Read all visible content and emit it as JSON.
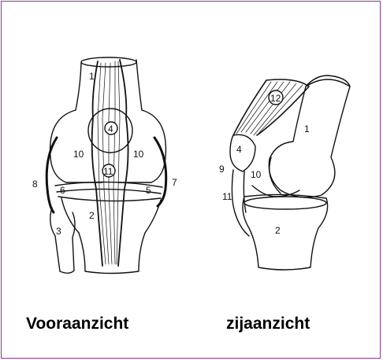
{
  "front_view": {
    "caption": "Vooraanzicht",
    "labels": [
      "1",
      "2",
      "3",
      "4",
      "5",
      "6",
      "7",
      "8",
      "10",
      "10",
      "11"
    ]
  },
  "side_view": {
    "caption": "zijaanzicht",
    "labels": [
      "1",
      "2",
      "4",
      "9",
      "10",
      "11",
      "12"
    ]
  },
  "colors": {
    "border": "#8b3a8b",
    "ink": "#111111"
  }
}
